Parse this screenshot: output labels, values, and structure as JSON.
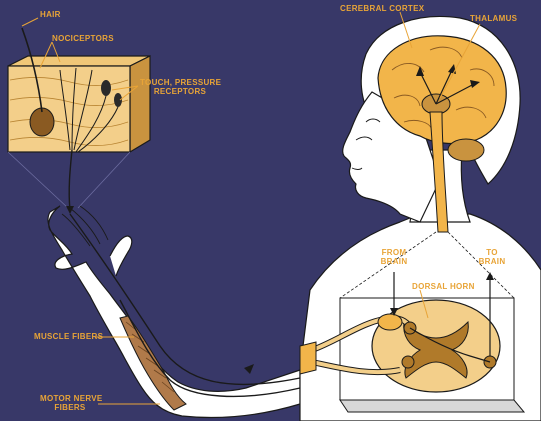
{
  "labels": {
    "hair": "HAIR",
    "nociceptors": "NOCICEPTORS",
    "touch_pressure_line1": "TOUCH, PRESSURE",
    "touch_pressure_line2": "RECEPTORS",
    "cerebral_cortex": "CEREBRAL CORTEX",
    "thalamus": "THALAMUS",
    "from_brain_line1": "FROM",
    "from_brain_line2": "BRAIN",
    "to_brain_line1": "TO",
    "to_brain_line2": "BRAIN",
    "dorsal_horn": "DORSAL HORN",
    "muscle_fibers": "MUSCLE FIBERS",
    "motor_nerve_line1": "MOTOR NERVE",
    "motor_nerve_line2": "FIBERS"
  },
  "colors": {
    "background": "#383868",
    "label": "#e8a437",
    "skin": "#ffffff",
    "outline": "#1a1a1a",
    "brain": "#f2b54a",
    "tissue": "#f3cf8a",
    "cord_gray": "#b07a2a"
  }
}
